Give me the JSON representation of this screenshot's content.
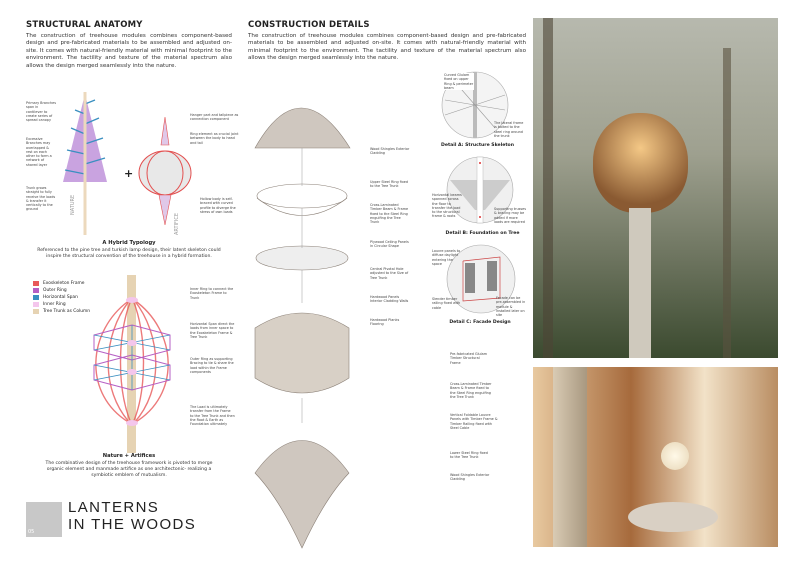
{
  "anatomy": {
    "heading": "STRUCTURAL ANATOMY",
    "body": "The construction of treehouse modules combines component-based design and pre-fabricated materials to be assembled and adjusted on-site. It comes with natural-friendly material with minimal footprint to the environment. The tactility and texture of the material spectrum also allows the design merged seamlessly into the nature.",
    "tree_labels": [
      "Primary Branches span in cantilever to create series of spread canopy",
      "Excessive Branches may overlapped & rest on each other to form a network of shared layer",
      "Trunk grows straight to fully receive the loads & transfer it vertically to the ground"
    ],
    "lamp_labels": [
      "Hanger part and tailpiece as connection component",
      "Ring element as crucial joint between the body to head and tail",
      "Hollow body is self-braced with curved profile to diverge the stress of own loads"
    ],
    "nature_word": "NATURE",
    "artifice_word": "ARTIFICE",
    "plus": "+",
    "typology_title": "A Hybrid Typology",
    "typology_text": "Referenced to the pine tree and turkish lamp design, their latent skeleton could inspire the structural convention of the treehouse in a hybrid formation.",
    "legend": [
      {
        "label": "Exoskeleton Frame",
        "color": "#e8595a"
      },
      {
        "label": "Outer Ring",
        "color": "#b65fc4"
      },
      {
        "label": "Horizontal Span",
        "color": "#3a8fc0"
      },
      {
        "label": "Inner Ring",
        "color": "#f4c6ec"
      },
      {
        "label": "Tree Trunk as Column",
        "color": "#e6d3b3"
      }
    ],
    "frame_labels": [
      "Inner Ring to connect the Exoskeleton Frame to Trunk",
      "Horizontal Span direct the loads from inner space to the Exoskeleton Frame & Tree Trunk",
      "Outer Ring as supporting Bracing to tie & share the load within the Frame components",
      "The Load is ultimately transfer from the Frame to the Tree Trunk and then the Root & Earth as Foundation ultimately"
    ],
    "nature_title": "Nature + Artifices",
    "nature_text": "The combinative design of the treehouse framework is pivoted to merge organic element and manmade artifice as one architectonic- realizing a symbiotic emblem of mutualism."
  },
  "construction": {
    "heading": "CONSTRUCTION DETAILS",
    "body": "The construction of treehouse modules combines component-based design and pre-fabricated materials to be assembled and adjusted on-site. It comes with natural-friendly material with minimal footprint to the environment. The tactility and texture of the material spectrum also allows the design merged seamlessly into the nature.",
    "labels": [
      "Wood Shingles Exterior Cladding",
      "Upper Steel Ring fixed to the Tree Trunk",
      "Cross-Laminated Timber Beam & Frame fixed to the Steel Ring engulfing the Tree Trunk",
      "Plywood Ceiling Panels in Circular Shape",
      "Central Pivotal Hole adjusted to the Size of Tree Trunk",
      "Hardwood Panels Interior Cladding Walls",
      "Hardwood Planks Flooring",
      "Pre-fabricated Glulam Timber Structural Frame",
      "Cross-Laminated Timber Beam & Frame fixed to the Steel Ring engulfing the Tree Trunk",
      "Vertical Foldable Louvre Panels with Timber Frame & Timber Railing fixed with Steel Cable",
      "Lower Steel Ring fixed to the Tree Trunk",
      "Wood Shingles Exterior Cladding"
    ],
    "detail_a": {
      "title": "Detail A: Structure Skeleton",
      "notes": [
        "Curved Glulam fixed on upper Ring & perimeter beam",
        "The lateral frame is bolted to the steel ring around the trunk"
      ]
    },
    "detail_b": {
      "title": "Detail B: Foundation on Tree",
      "notes": [
        "Horizontal beams spanned across the floor to transfer the load to the structural frame & roots",
        "Supporting trusses & bracing may be added if more loads are required"
      ]
    },
    "detail_c": {
      "title": "Detail C: Facade Design",
      "notes": [
        "Louvre panels to diffuse daylight entering the space",
        "Slender timber railing fixed with cable",
        "Facade can be pre-assembled in module & installed later on site"
      ]
    }
  },
  "brand": {
    "number": "05",
    "title_line1": "LANTERNS",
    "title_line2": "IN THE WOODS"
  }
}
